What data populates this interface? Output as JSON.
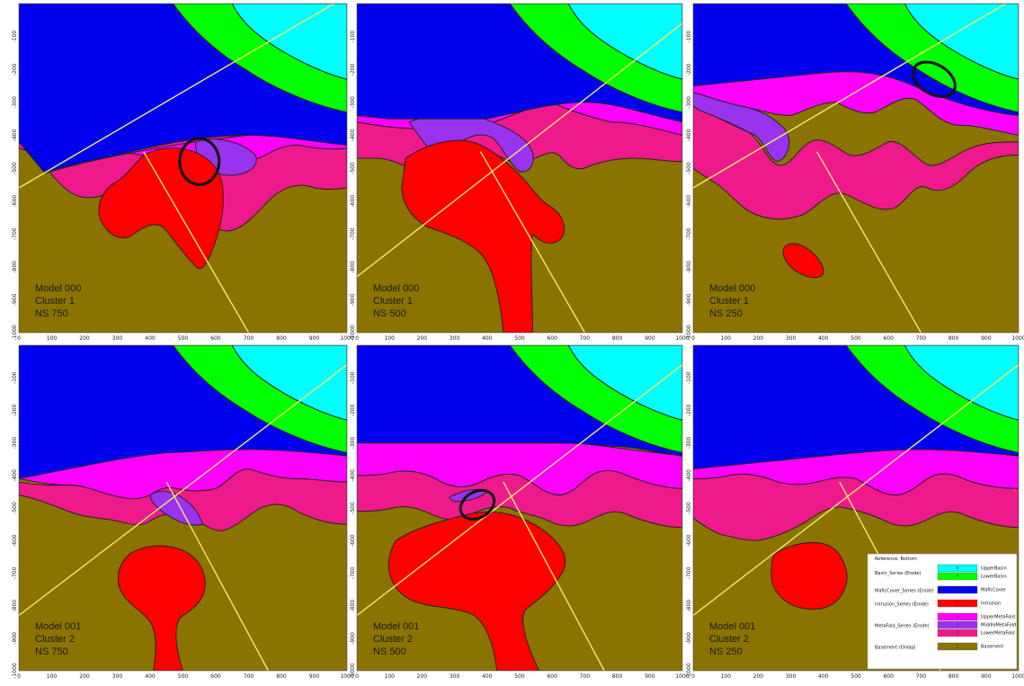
{
  "colors": {
    "UpperBasin": "#00ffff",
    "LowerBasin": "#00ff00",
    "MaficCover": "#0000ee",
    "Intrusion": "#ff0000",
    "UpperMetaFold": "#ff00ff",
    "MiddleMetaFold": "#9933ee",
    "LowerMetaFold": "#ee1a8c",
    "Basement": "#8b7300",
    "fault": "#f2ec6a",
    "highlight": "#111111"
  },
  "x_ticks": [
    "0",
    "100",
    "200",
    "300",
    "400",
    "500",
    "600",
    "700",
    "800",
    "900",
    "1000"
  ],
  "y_ticks": [
    "-100",
    "-200",
    "-300",
    "-400",
    "-500",
    "-600",
    "-700",
    "-800",
    "-900",
    "-1000"
  ],
  "panels": [
    {
      "model": "Model 000",
      "cluster": "Cluster 1",
      "ns": "NS 750",
      "variant": 0
    },
    {
      "model": "Model 000",
      "cluster": "Cluster 1",
      "ns": "NS 500",
      "variant": 1
    },
    {
      "model": "Model 000",
      "cluster": "Cluster 1",
      "ns": "NS 250",
      "variant": 2
    },
    {
      "model": "Model 001",
      "cluster": "Cluster 2",
      "ns": "NS 750",
      "variant": 3
    },
    {
      "model": "Model 001",
      "cluster": "Cluster 2",
      "ns": "NS 500",
      "variant": 4
    },
    {
      "model": "Model 001",
      "cluster": "Cluster 2",
      "ns": "NS 250",
      "variant": 5
    }
  ],
  "legend": {
    "title": "Reference: Bottom",
    "groups": [
      {
        "series": "Basin_Series (Erode)",
        "units": [
          {
            "num": "8",
            "name": "UpperBasin",
            "color_key": "UpperBasin"
          },
          {
            "num": "7",
            "name": "LowerBasin",
            "color_key": "LowerBasin"
          }
        ]
      },
      {
        "series": "MaficCover_Series (Erode)",
        "units": [
          {
            "num": "6",
            "name": "MaficCover",
            "color_key": "MaficCover"
          }
        ]
      },
      {
        "series": "Intrusion_Series (Erode)",
        "units": [
          {
            "num": "5",
            "name": "Intrusion",
            "color_key": "Intrusion"
          }
        ]
      },
      {
        "series": "MetaFold_Series (Erode)",
        "units": [
          {
            "num": "4",
            "name": "UpperMetaFold",
            "color_key": "UpperMetaFold"
          },
          {
            "num": "3",
            "name": "MiddleMetaFold",
            "color_key": "MiddleMetaFold"
          },
          {
            "num": "2",
            "name": "LowerMetaFold",
            "color_key": "LowerMetaFold"
          }
        ]
      },
      {
        "series": "Basement (Onlap)",
        "units": [
          {
            "num": "1",
            "name": "Basement",
            "color_key": "Basement"
          }
        ]
      }
    ]
  }
}
